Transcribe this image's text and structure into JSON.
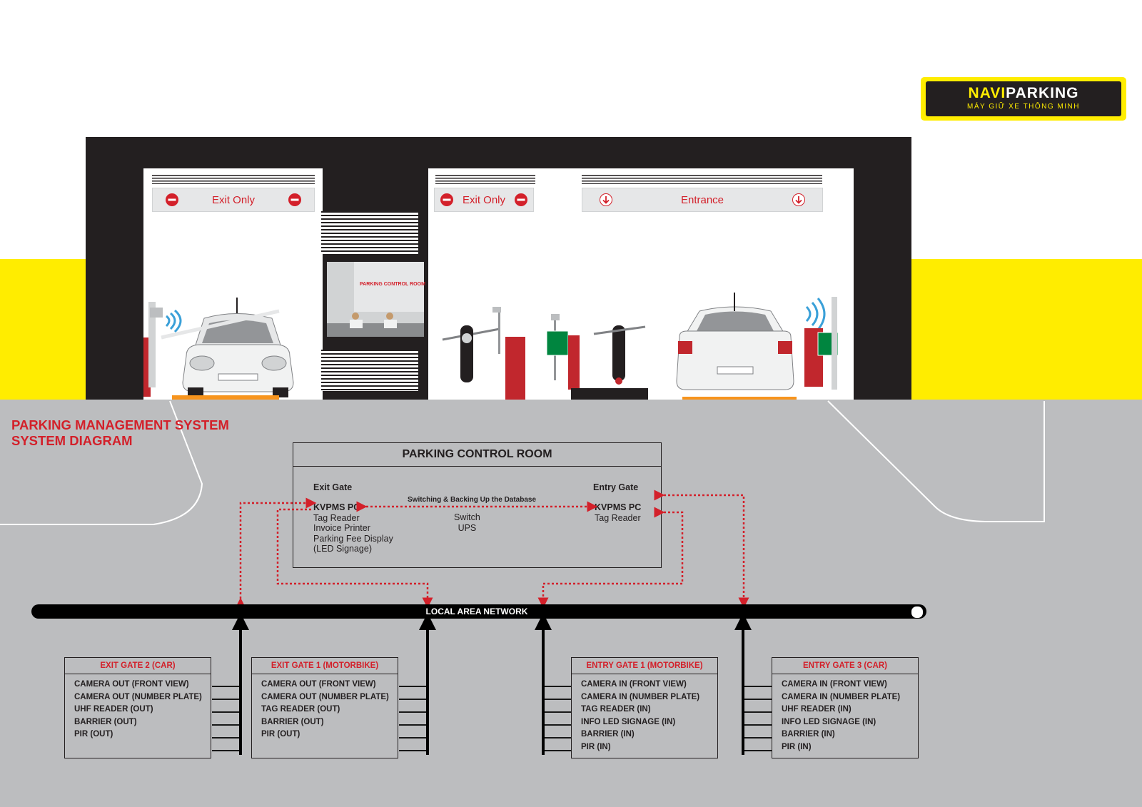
{
  "logo": {
    "brand_part1": "NAVI",
    "brand_part2": "PARKING",
    "tagline": "MÁY GIỮ XE THÔNG MINH"
  },
  "signs": {
    "exit_left": "Exit Only",
    "exit_middle": "Exit Only",
    "entrance": "Entrance"
  },
  "control_room_sign": "PARKING CONTROL ROOM",
  "heading": {
    "line1": "PARKING MANAGEMENT SYSTEM",
    "line2": "SYSTEM DIAGRAM"
  },
  "control_room": {
    "title": "PARKING CONTROL ROOM",
    "exit_gate_label": "Exit Gate",
    "entry_gate_label": "Entry Gate",
    "link_label": "Switching & Backing Up the Database",
    "exit_items": [
      "KVPMS PC",
      "Tag Reader",
      "Invoice Printer",
      "Parking Fee Display",
      "(LED Signage)"
    ],
    "center_items": [
      "Switch",
      "UPS"
    ],
    "entry_items": [
      "KVPMS PC",
      "Tag Reader"
    ]
  },
  "lan_label": "LOCAL AREA NETWORK",
  "gates": [
    {
      "title": "EXIT GATE 2 (CAR)",
      "items": [
        "CAMERA OUT (FRONT VIEW)",
        "CAMERA OUT (NUMBER PLATE)",
        "UHF READER (OUT)",
        "BARRIER (OUT)",
        "PIR (OUT)"
      ]
    },
    {
      "title": "EXIT GATE 1 (MOTORBIKE)",
      "items": [
        "CAMERA OUT (FRONT VIEW)",
        "CAMERA OUT (NUMBER PLATE)",
        "TAG READER (OUT)",
        "BARRIER (OUT)",
        "PIR (OUT)"
      ]
    },
    {
      "title": "ENTRY GATE 1 (MOTORBIKE)",
      "items": [
        "CAMERA IN (FRONT VIEW)",
        "CAMERA IN (NUMBER PLATE)",
        "TAG READER (IN)",
        "INFO LED SIGNAGE (IN)",
        "BARRIER (IN)",
        "PIR (IN)"
      ]
    },
    {
      "title": "ENTRY GATE 3 (CAR)",
      "items": [
        "CAMERA IN (FRONT VIEW)",
        "CAMERA IN (NUMBER PLATE)",
        "UHF READER (IN)",
        "INFO LED SIGNAGE (IN)",
        "BARRIER (IN)",
        "PIR (IN)"
      ]
    }
  ],
  "colors": {
    "accent_red": "#d3202a",
    "brand_yellow": "#ffed00",
    "ground_grey": "#bcbdbf",
    "building_black": "#231f20"
  }
}
